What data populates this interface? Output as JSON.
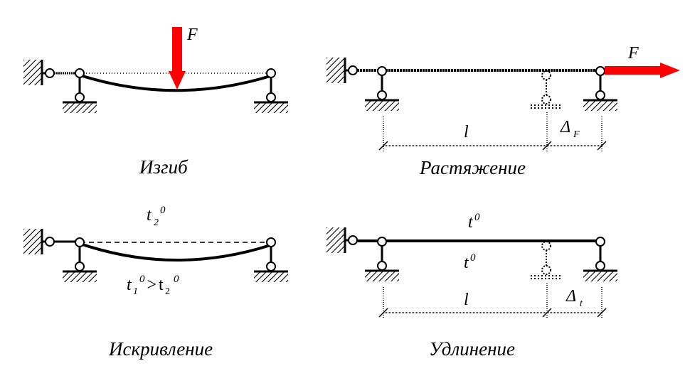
{
  "panels": {
    "bending": {
      "caption": "Изгиб",
      "force_label": "F"
    },
    "tension": {
      "caption": "Растяжение",
      "force_label": "F",
      "length_label": "l",
      "delta_symbol": "Δ",
      "delta_subscript": "F"
    },
    "curvature": {
      "caption": "Искривление",
      "top_temp": {
        "base": "t",
        "sub": "2",
        "sup": "0"
      },
      "bottom_temp": {
        "t1_base": "t",
        "t1_sub": "1",
        "t1_sup": "0",
        "relation": ">",
        "t2_base": "t",
        "t2_sub": "2",
        "t2_sup": "0"
      }
    },
    "elongation": {
      "caption": "Удлинение",
      "top_temp": {
        "base": "t",
        "sup": "0"
      },
      "bottom_temp": {
        "base": "t",
        "sup": "0"
      },
      "length_label": "l",
      "delta_symbol": "Δ",
      "delta_subscript": "t"
    }
  },
  "colors": {
    "force_arrow": "#ff0000",
    "line": "#000000"
  }
}
